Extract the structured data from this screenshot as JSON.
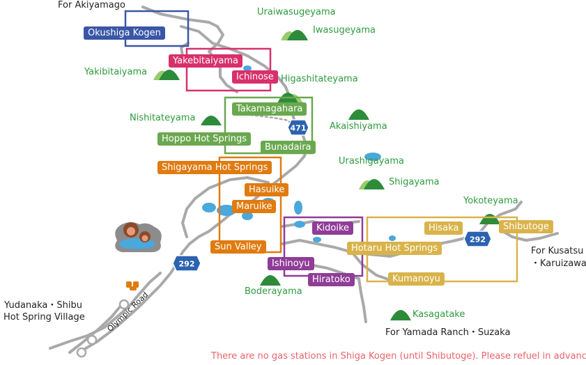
{
  "areas": {
    "okushiga": "Okushiga Kogen",
    "yakebitaiyama": "Yakebitaiyama",
    "ichinose": "Ichinose",
    "takamagahara": "Takamagahara",
    "hoppo": "Hoppo Hot Springs",
    "bunadaira": "Bunadaira",
    "shigayama_hs": "Shigayama Hot Springs",
    "hasuike": "Hasuike",
    "maruike": "Maruike",
    "sun_valley": "Sun Valley",
    "kidoike": "Kidoike",
    "ishinoyu": "Ishinoyu",
    "hiratoko": "Hiratoko",
    "hisaka": "Hisaka",
    "hotaru": "Hotaru Hot Springs",
    "kumanoyu": "Kumanoyu",
    "shibutoge": "Shibutoge"
  },
  "mountains": {
    "uraiwasugeyama": "Uraiwasugeyama",
    "iwasugeyama": "Iwasugeyama",
    "yakibitaiyama": "Yakibitaiyama",
    "higashitateyama": "Higashitateyama",
    "nishitateyama": "Nishitateyama",
    "akaishiyama": "Akaishiyama",
    "urashigayama": "Urashigayama",
    "shigayama": "Shigayama",
    "yokoteyama": "Yokoteyama",
    "boderayama": "Boderayama",
    "kasagatake": "Kasagatake"
  },
  "directions": {
    "akiyamago": "For Akiyamago",
    "kusatsu_line1": "For Kusatsu",
    "kusatsu_line2": "・Karuizawa",
    "yamada": "For Yamada Ranch・Suzaka",
    "yudanaka_line1": "Yudanaka・Shibu",
    "yudanaka_line2": "Hot Spring Village",
    "olympic_road": "Olympic Road"
  },
  "routes": {
    "r471": "471",
    "r292_a": "292",
    "r292_b": "292"
  },
  "notice": "There are no gas stations in Shiga Kogen (until Shibutoge). Please refuel in advance",
  "colors": {
    "road": "#a9a9a9",
    "water": "#4aa8dc",
    "mountain_dark": "#2e8b3a",
    "mountain_light": "#9acb6a",
    "blue": "#3a56a6",
    "pink": "#d8306b",
    "green": "#6aa84f",
    "orange": "#e07b10",
    "purple": "#8f3d97",
    "yellow": "#d9b34a",
    "notice": "#e9636b"
  }
}
